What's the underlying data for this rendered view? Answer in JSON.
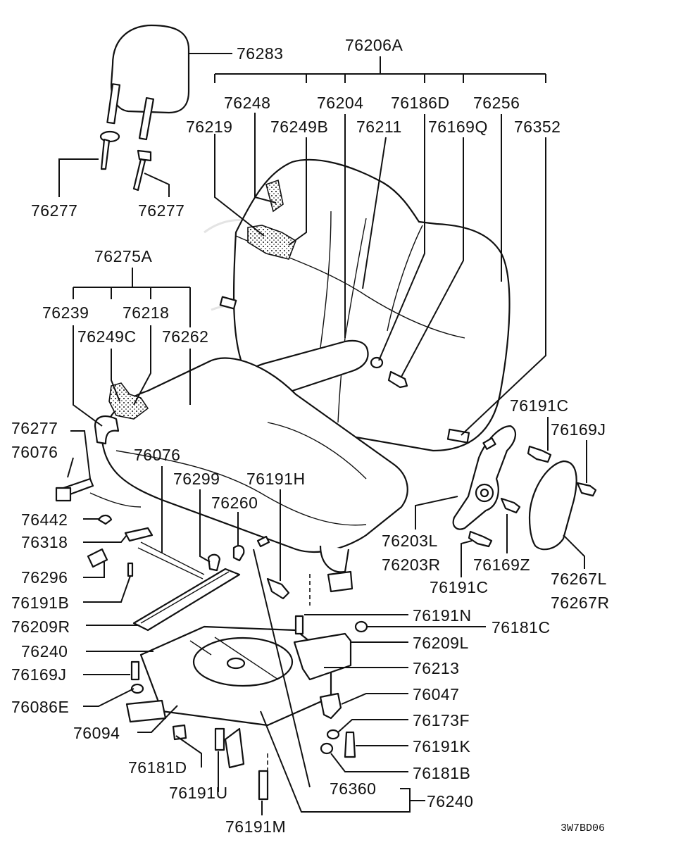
{
  "diagram": {
    "drawing_code": "3W7BD06",
    "labels": {
      "l76283": "76283",
      "l76206A": "76206A",
      "l76248": "76248",
      "l76204": "76204",
      "l76186D": "76186D",
      "l76256": "76256",
      "l76219": "76219",
      "l76249B": "76249B",
      "l76211": "76211",
      "l76169Q": "76169Q",
      "l76352": "76352",
      "l76277a": "76277",
      "l76277b": "76277",
      "l76275A": "76275A",
      "l76239": "76239",
      "l76218": "76218",
      "l76249C": "76249C",
      "l76262": "76262",
      "l76277c": "76277",
      "l76076a": "76076",
      "l76076b": "76076",
      "l76299": "76299",
      "l76191H": "76191H",
      "l76260": "76260",
      "l76442": "76442",
      "l76318": "76318",
      "l76296": "76296",
      "l76191B": "76191B",
      "l76209R": "76209R",
      "l76240a": "76240",
      "l76169Ja": "76169J",
      "l76086E": "76086E",
      "l76094": "76094",
      "l76181D": "76181D",
      "l76191U": "76191U",
      "l76191M": "76191M",
      "l76360": "76360",
      "l76240b": "76240",
      "l76181B": "76181B",
      "l76191K": "76191K",
      "l76173F": "76173F",
      "l76047": "76047",
      "l76213": "76213",
      "l76209L": "76209L",
      "l76181C": "76181C",
      "l76191N": "76191N",
      "l76191Ca": "76191C",
      "l76169Jb": "76169J",
      "l76203L": "76203L",
      "l76203R": "76203R",
      "l76169Z": "76169Z",
      "l76191Cb": "76191C",
      "l76267L": "76267L",
      "l76267R": "76267R"
    }
  }
}
